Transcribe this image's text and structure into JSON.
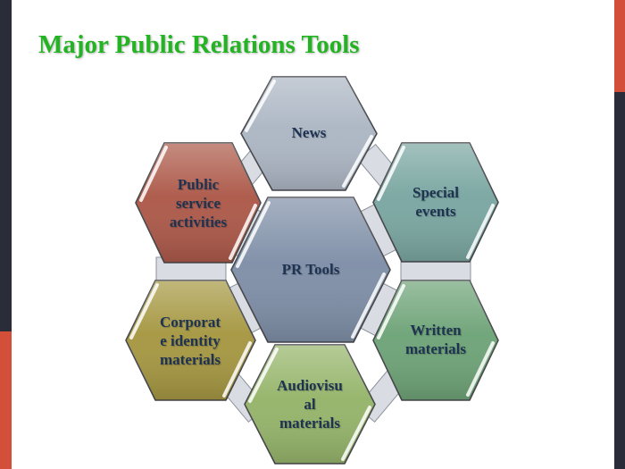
{
  "slide": {
    "title": "Major Public Relations Tools",
    "title_color": "#23b323",
    "frame": {
      "dark": "#2a2c3a",
      "accent": "#d44f3a"
    }
  },
  "diagram": {
    "text_color": "#1e3351",
    "connector_color": "#d9dce2",
    "center": {
      "label": "PR Tools",
      "color": "#8090a8"
    },
    "nodes": [
      {
        "id": "news",
        "label": "News",
        "color": "#adb7c4"
      },
      {
        "id": "special-events",
        "label": "Special\nevents",
        "color": "#7ba7a2"
      },
      {
        "id": "written-materials",
        "label": "Written\nmaterials",
        "color": "#6fa478"
      },
      {
        "id": "audiovisual-materials",
        "label": "Audiovisu\nal\nmaterials",
        "color": "#96b56b"
      },
      {
        "id": "corporate-identity-materials",
        "label": "Corporat\ne identity\nmaterials",
        "color": "#a69843"
      },
      {
        "id": "public-service-activities",
        "label": "Public\nservice\nactivities",
        "color": "#ad5a4a"
      }
    ]
  }
}
